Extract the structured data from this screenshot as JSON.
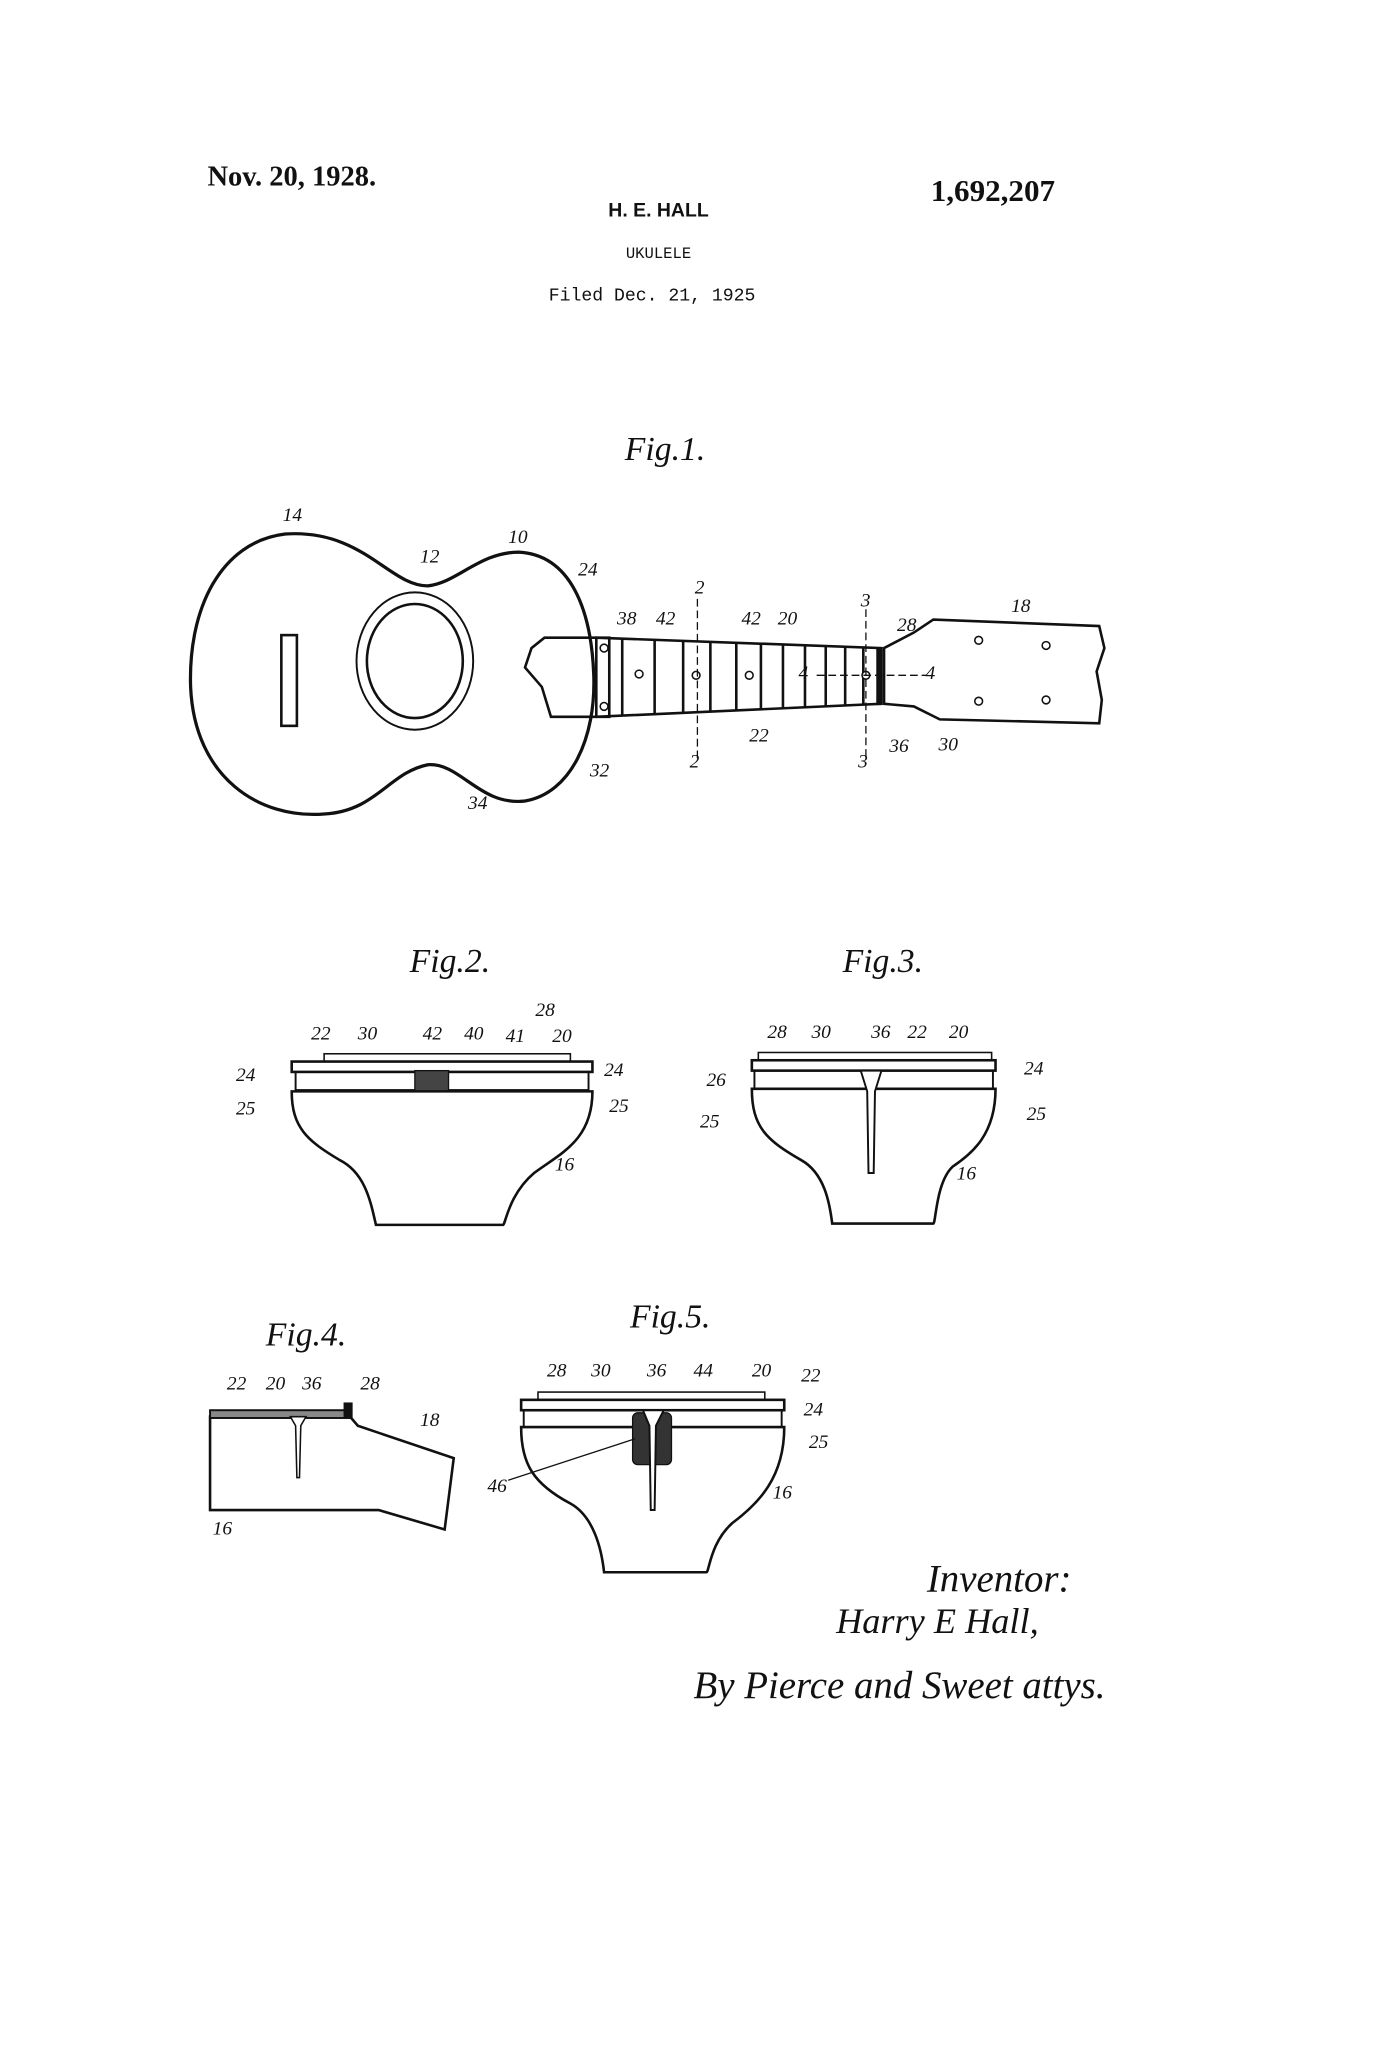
{
  "header": {
    "date": "Nov. 20, 1928.",
    "patent_number": "1,692,207",
    "inventor_name": "H. E. HALL",
    "title": "UKULELE",
    "filed": "Filed Dec. 21, 1925"
  },
  "figures": {
    "fig1": {
      "title": "Fig.1.",
      "labels": [
        "14",
        "10",
        "12",
        "24",
        "2",
        "38",
        "42",
        "42",
        "20",
        "3",
        "28",
        "18",
        "4",
        "4",
        "22",
        "2",
        "3",
        "36",
        "30",
        "32",
        "34"
      ]
    },
    "fig2": {
      "title": "Fig.2.",
      "labels": [
        "22",
        "30",
        "42",
        "40",
        "41",
        "28",
        "20",
        "24",
        "24",
        "25",
        "25",
        "16"
      ]
    },
    "fig3": {
      "title": "Fig.3.",
      "labels": [
        "28",
        "30",
        "36",
        "22",
        "20",
        "24",
        "26",
        "25",
        "25",
        "16"
      ]
    },
    "fig4": {
      "title": "Fig.4.",
      "labels": [
        "22",
        "20",
        "36",
        "28",
        "18",
        "16"
      ]
    },
    "fig5": {
      "title": "Fig.5.",
      "labels": [
        "28",
        "30",
        "36",
        "44",
        "20",
        "22",
        "24",
        "25",
        "46",
        "16"
      ]
    }
  },
  "signature": {
    "inventor_label": "Inventor:",
    "inventor": "Harry E Hall,",
    "attorneys": "By Pierce and Sweet attys."
  }
}
